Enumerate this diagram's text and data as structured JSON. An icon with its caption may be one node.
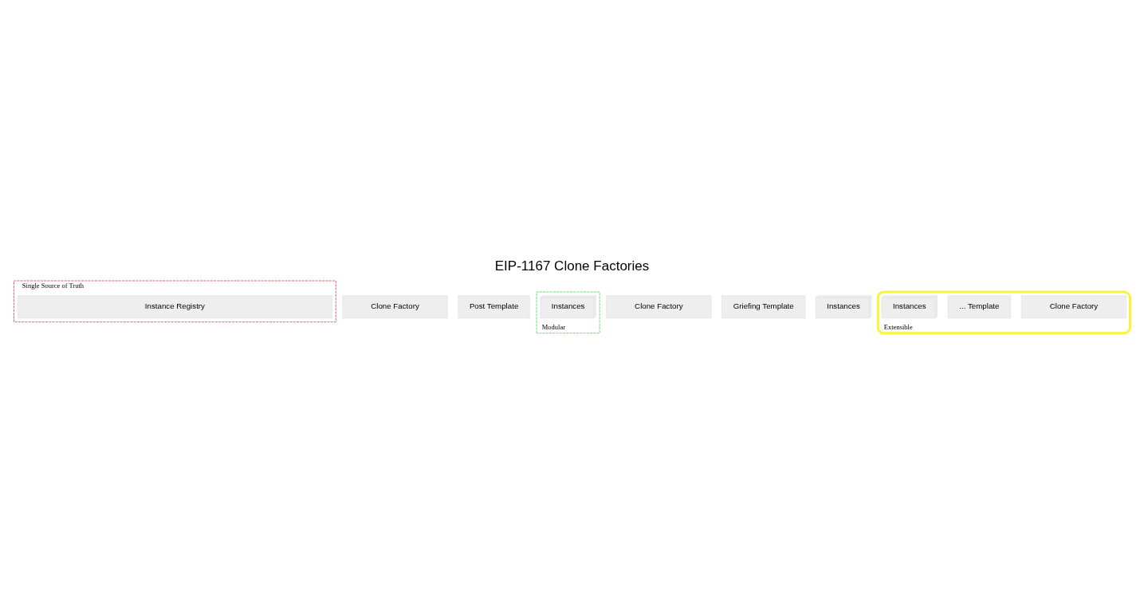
{
  "diagram": {
    "title": "EIP-1167 Clone Factories",
    "nodes": [
      {
        "text": [
          "Single Source of Truth"
        ]
      },
      {
        "text": [
          "Instance Registry"
        ],
        "in": 0
      },
      {
        "text": [
          "Clone Factory"
        ]
      },
      {
        "text": [
          "Post Template"
        ]
      },
      {
        "text": [
          "Modular"
        ]
      },
      {
        "text": [
          "Instances"
        ],
        "in": 4
      },
      {
        "text": [
          "Clone Factory"
        ]
      },
      {
        "text": [
          "Griefing Template"
        ]
      },
      {
        "text": [
          "Instances"
        ]
      },
      {
        "text": [
          "Extensible"
        ]
      },
      {
        "text": [
          "Clone Factory"
        ],
        "in": 9
      },
      {
        "text": [
          "... Template"
        ],
        "in": 9
      },
      {
        "text": [
          "Instances"
        ],
        "in": 9
      }
    ],
    "edges": []
  }
}
